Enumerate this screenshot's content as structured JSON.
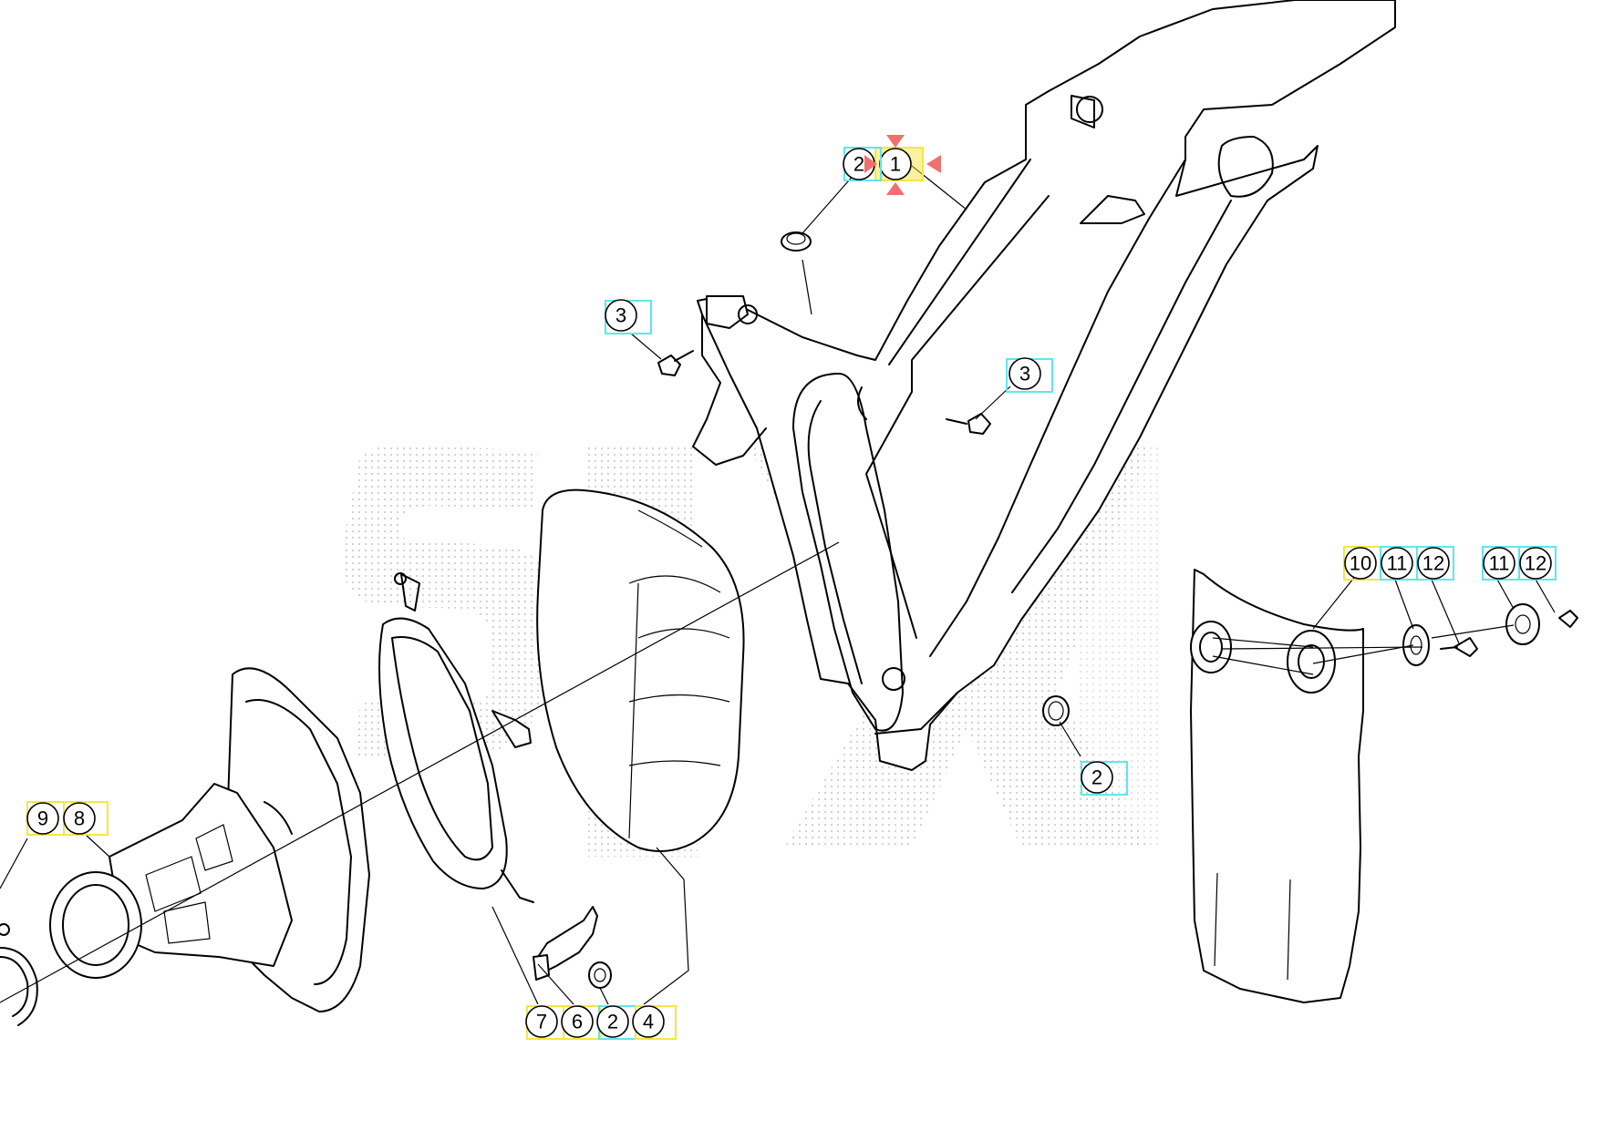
{
  "diagram": {
    "colors": {
      "line": "#000000",
      "highlight_yellow": "#f5e642",
      "highlight_cyan": "#5ee6ee",
      "selection_marker": "#f07070",
      "watermark_dots": "#c8c8c8"
    },
    "callouts": [
      {
        "id": "c1",
        "label": "1",
        "highlight": "yellow",
        "selected": true
      },
      {
        "id": "c2a",
        "label": "2",
        "highlight": "cyan"
      },
      {
        "id": "c3a",
        "label": "3",
        "highlight": "cyan"
      },
      {
        "id": "c3b",
        "label": "3",
        "highlight": "cyan"
      },
      {
        "id": "c2b",
        "label": "2",
        "highlight": "cyan"
      },
      {
        "id": "c10",
        "label": "10",
        "highlight": "yellow"
      },
      {
        "id": "c11a",
        "label": "11",
        "highlight": "cyan"
      },
      {
        "id": "c12a",
        "label": "12",
        "highlight": "cyan"
      },
      {
        "id": "c11b",
        "label": "11",
        "highlight": "cyan"
      },
      {
        "id": "c12b",
        "label": "12",
        "highlight": "cyan"
      },
      {
        "id": "c9",
        "label": "9",
        "highlight": "yellow"
      },
      {
        "id": "c8",
        "label": "8",
        "highlight": "yellow"
      },
      {
        "id": "c7",
        "label": "7",
        "highlight": "yellow"
      },
      {
        "id": "c6",
        "label": "6",
        "highlight": "yellow"
      },
      {
        "id": "c2c",
        "label": "2",
        "highlight": "cyan"
      },
      {
        "id": "c4",
        "label": "4",
        "highlight": "yellow"
      }
    ]
  }
}
